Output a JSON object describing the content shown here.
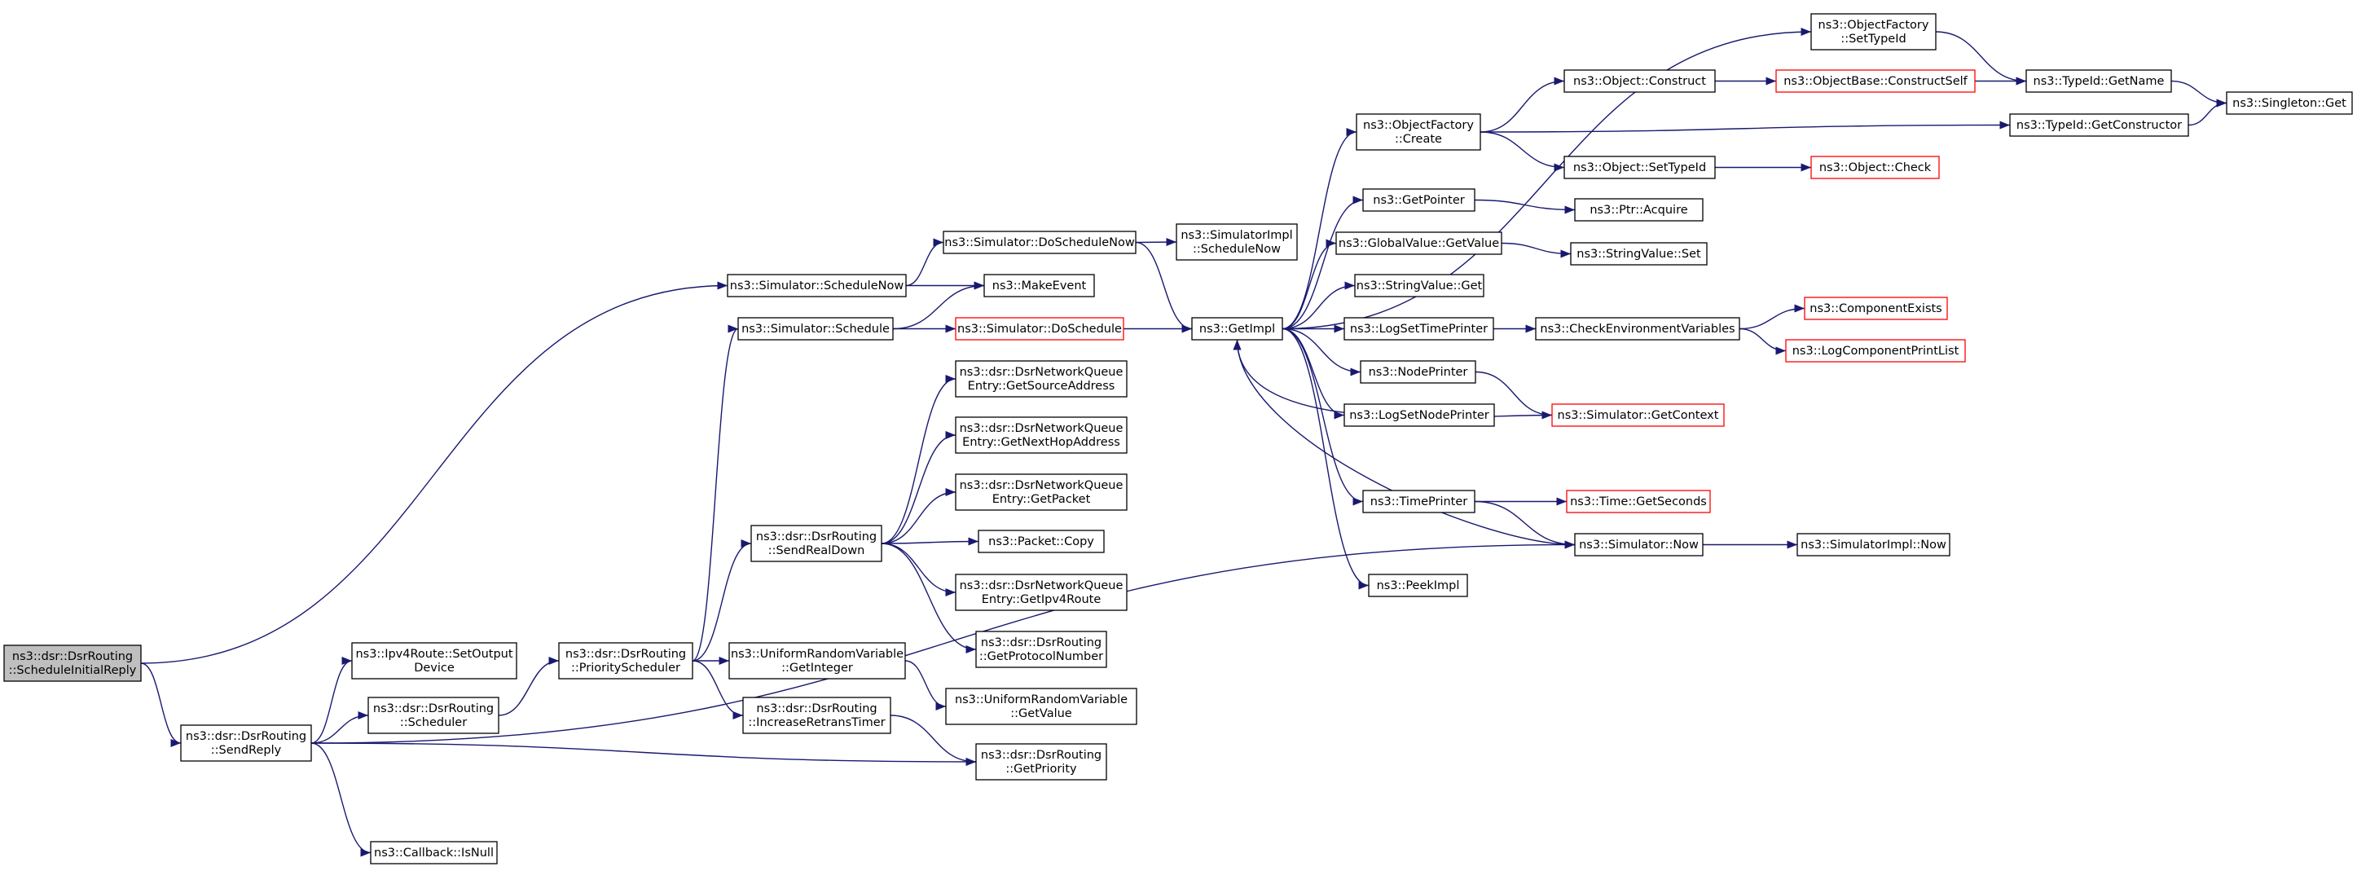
{
  "nodes": [
    {
      "id": "root",
      "lines": [
        "ns3::dsr::DsrRouting",
        "::ScheduleInitialReply"
      ],
      "style": "root"
    },
    {
      "id": "sendreply",
      "lines": [
        "ns3::dsr::DsrRouting",
        "::SendReply"
      ],
      "style": "normal"
    },
    {
      "id": "ipv4route",
      "lines": [
        "ns3::Ipv4Route::SetOutput",
        "Device"
      ],
      "style": "normal"
    },
    {
      "id": "scheduler",
      "lines": [
        "ns3::dsr::DsrRouting",
        "::Scheduler"
      ],
      "style": "normal"
    },
    {
      "id": "isnull",
      "lines": [
        "ns3::Callback::IsNull"
      ],
      "style": "normal"
    },
    {
      "id": "prioritysched",
      "lines": [
        "ns3::dsr::DsrRouting",
        "::PriorityScheduler"
      ],
      "style": "normal"
    },
    {
      "id": "schedulenow",
      "lines": [
        "ns3::Simulator::ScheduleNow"
      ],
      "style": "normal"
    },
    {
      "id": "schedule",
      "lines": [
        "ns3::Simulator::Schedule"
      ],
      "style": "normal"
    },
    {
      "id": "sendrealdown",
      "lines": [
        "ns3::dsr::DsrRouting",
        "::SendRealDown"
      ],
      "style": "normal"
    },
    {
      "id": "getinteger",
      "lines": [
        "ns3::UniformRandomVariable",
        "::GetInteger"
      ],
      "style": "normal"
    },
    {
      "id": "increaseretrans",
      "lines": [
        "ns3::dsr::DsrRouting",
        "::IncreaseRetransTimer"
      ],
      "style": "normal"
    },
    {
      "id": "doschedulenow",
      "lines": [
        "ns3::Simulator::DoScheduleNow"
      ],
      "style": "normal"
    },
    {
      "id": "makeevent",
      "lines": [
        "ns3::MakeEvent"
      ],
      "style": "normal"
    },
    {
      "id": "doschedule",
      "lines": [
        "ns3::Simulator::DoSchedule"
      ],
      "style": "red"
    },
    {
      "id": "getsourceaddr",
      "lines": [
        "ns3::dsr::DsrNetworkQueue",
        "Entry::GetSourceAddress"
      ],
      "style": "normal"
    },
    {
      "id": "getnexthop",
      "lines": [
        "ns3::dsr::DsrNetworkQueue",
        "Entry::GetNextHopAddress"
      ],
      "style": "normal"
    },
    {
      "id": "getpacket",
      "lines": [
        "ns3::dsr::DsrNetworkQueue",
        "Entry::GetPacket"
      ],
      "style": "normal"
    },
    {
      "id": "packetcopy",
      "lines": [
        "ns3::Packet::Copy"
      ],
      "style": "normal"
    },
    {
      "id": "getipv4route",
      "lines": [
        "ns3::dsr::DsrNetworkQueue",
        "Entry::GetIpv4Route"
      ],
      "style": "normal"
    },
    {
      "id": "getprotocol",
      "lines": [
        "ns3::dsr::DsrRouting",
        "::GetProtocolNumber"
      ],
      "style": "normal"
    },
    {
      "id": "getvalue_urv",
      "lines": [
        "ns3::UniformRandomVariable",
        "::GetValue"
      ],
      "style": "normal"
    },
    {
      "id": "getpriority",
      "lines": [
        "ns3::dsr::DsrRouting",
        "::GetPriority"
      ],
      "style": "normal"
    },
    {
      "id": "simimpl_schednow",
      "lines": [
        "ns3::SimulatorImpl",
        "::ScheduleNow"
      ],
      "style": "normal"
    },
    {
      "id": "getimpl",
      "lines": [
        "ns3::GetImpl"
      ],
      "style": "normal"
    },
    {
      "id": "objfactory_create",
      "lines": [
        "ns3::ObjectFactory",
        "::Create"
      ],
      "style": "normal"
    },
    {
      "id": "getpointer",
      "lines": [
        "ns3::GetPointer"
      ],
      "style": "normal"
    },
    {
      "id": "globalvalue_get",
      "lines": [
        "ns3::GlobalValue::GetValue"
      ],
      "style": "normal"
    },
    {
      "id": "stringvalue_get",
      "lines": [
        "ns3::StringValue::Get"
      ],
      "style": "normal"
    },
    {
      "id": "logsettimeprinter",
      "lines": [
        "ns3::LogSetTimePrinter"
      ],
      "style": "normal"
    },
    {
      "id": "nodeprinter",
      "lines": [
        "ns3::NodePrinter"
      ],
      "style": "normal"
    },
    {
      "id": "logsetnodeprinter",
      "lines": [
        "ns3::LogSetNodePrinter"
      ],
      "style": "normal"
    },
    {
      "id": "timeprinter",
      "lines": [
        "ns3::TimePrinter"
      ],
      "style": "normal"
    },
    {
      "id": "peekimpl",
      "lines": [
        "ns3::PeekImpl"
      ],
      "style": "normal"
    },
    {
      "id": "objfactory_settypeid",
      "lines": [
        "ns3::ObjectFactory",
        "::SetTypeId"
      ],
      "style": "normal"
    },
    {
      "id": "object_construct",
      "lines": [
        "ns3::Object::Construct"
      ],
      "style": "normal"
    },
    {
      "id": "object_settypeid",
      "lines": [
        "ns3::Object::SetTypeId"
      ],
      "style": "normal"
    },
    {
      "id": "ptr_acquire",
      "lines": [
        "ns3::Ptr::Acquire"
      ],
      "style": "normal"
    },
    {
      "id": "stringvalue_set",
      "lines": [
        "ns3::StringValue::Set"
      ],
      "style": "normal"
    },
    {
      "id": "checkenv",
      "lines": [
        "ns3::CheckEnvironmentVariables"
      ],
      "style": "normal"
    },
    {
      "id": "getcontext",
      "lines": [
        "ns3::Simulator::GetContext"
      ],
      "style": "red"
    },
    {
      "id": "getseconds",
      "lines": [
        "ns3::Time::GetSeconds"
      ],
      "style": "red"
    },
    {
      "id": "simulator_now",
      "lines": [
        "ns3::Simulator::Now"
      ],
      "style": "normal"
    },
    {
      "id": "objbase_constructself",
      "lines": [
        "ns3::ObjectBase::ConstructSelf"
      ],
      "style": "red"
    },
    {
      "id": "object_check",
      "lines": [
        "ns3::Object::Check"
      ],
      "style": "red"
    },
    {
      "id": "componentexists",
      "lines": [
        "ns3::ComponentExists"
      ],
      "style": "red"
    },
    {
      "id": "logcompprintlist",
      "lines": [
        "ns3::LogComponentPrintList"
      ],
      "style": "red"
    },
    {
      "id": "simimpl_now",
      "lines": [
        "ns3::SimulatorImpl::Now"
      ],
      "style": "normal"
    },
    {
      "id": "typeid_getname",
      "lines": [
        "ns3::TypeId::GetName"
      ],
      "style": "normal"
    },
    {
      "id": "typeid_getctor",
      "lines": [
        "ns3::TypeId::GetConstructor"
      ],
      "style": "normal"
    },
    {
      "id": "singleton_get",
      "lines": [
        "ns3::Singleton::Get"
      ],
      "style": "normal"
    }
  ],
  "edges": [
    [
      "root",
      "schedulenow"
    ],
    [
      "root",
      "sendreply"
    ],
    [
      "sendreply",
      "ipv4route"
    ],
    [
      "sendreply",
      "scheduler"
    ],
    [
      "sendreply",
      "isnull"
    ],
    [
      "sendreply",
      "getpriority"
    ],
    [
      "sendreply",
      "simulator_now"
    ],
    [
      "scheduler",
      "prioritysched"
    ],
    [
      "prioritysched",
      "schedule"
    ],
    [
      "prioritysched",
      "sendrealdown"
    ],
    [
      "prioritysched",
      "getinteger"
    ],
    [
      "prioritysched",
      "increaseretrans"
    ],
    [
      "schedulenow",
      "doschedulenow"
    ],
    [
      "schedulenow",
      "makeevent"
    ],
    [
      "schedule",
      "makeevent"
    ],
    [
      "schedule",
      "doschedule"
    ],
    [
      "doschedulenow",
      "simimpl_schednow"
    ],
    [
      "doschedulenow",
      "getimpl"
    ],
    [
      "doschedule",
      "getimpl"
    ],
    [
      "sendrealdown",
      "getsourceaddr"
    ],
    [
      "sendrealdown",
      "getnexthop"
    ],
    [
      "sendrealdown",
      "getpacket"
    ],
    [
      "sendrealdown",
      "packetcopy"
    ],
    [
      "sendrealdown",
      "getipv4route"
    ],
    [
      "sendrealdown",
      "getprotocol"
    ],
    [
      "getinteger",
      "getvalue_urv"
    ],
    [
      "increaseretrans",
      "getpriority"
    ],
    [
      "getimpl",
      "objfactory_settypeid"
    ],
    [
      "getimpl",
      "objfactory_create"
    ],
    [
      "getimpl",
      "getpointer"
    ],
    [
      "getimpl",
      "globalvalue_get"
    ],
    [
      "getimpl",
      "stringvalue_get"
    ],
    [
      "getimpl",
      "logsettimeprinter"
    ],
    [
      "getimpl",
      "nodeprinter"
    ],
    [
      "getimpl",
      "logsetnodeprinter"
    ],
    [
      "getimpl",
      "timeprinter"
    ],
    [
      "getimpl",
      "peekimpl"
    ],
    [
      "objfactory_settypeid",
      "typeid_getname"
    ],
    [
      "objfactory_create",
      "object_construct"
    ],
    [
      "objfactory_create",
      "typeid_getctor"
    ],
    [
      "objfactory_create",
      "object_settypeid"
    ],
    [
      "object_construct",
      "objbase_constructself"
    ],
    [
      "objbase_constructself",
      "typeid_getname"
    ],
    [
      "object_settypeid",
      "object_check"
    ],
    [
      "typeid_getname",
      "singleton_get"
    ],
    [
      "typeid_getctor",
      "singleton_get"
    ],
    [
      "getpointer",
      "ptr_acquire"
    ],
    [
      "globalvalue_get",
      "stringvalue_set"
    ],
    [
      "logsettimeprinter",
      "checkenv"
    ],
    [
      "checkenv",
      "componentexists"
    ],
    [
      "checkenv",
      "logcompprintlist"
    ],
    [
      "nodeprinter",
      "getcontext"
    ],
    [
      "getcontext",
      "getimpl"
    ],
    [
      "timeprinter",
      "getseconds"
    ],
    [
      "timeprinter",
      "simulator_now"
    ],
    [
      "simulator_now",
      "getimpl"
    ],
    [
      "simulator_now",
      "simimpl_now"
    ]
  ]
}
